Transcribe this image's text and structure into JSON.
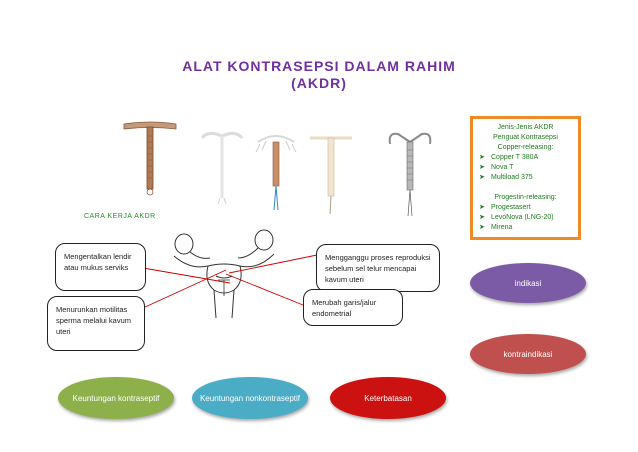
{
  "title": {
    "line1": "ALAT  KONTRASEPSI  DALAM  RAHIM",
    "line2": "(AKDR)"
  },
  "cara_kerja_label": "CARA KERJA  AKDR",
  "callouts": {
    "mengentalkan": "Mengentalkan lendir atau mukus serviks",
    "menurunkan": "Menurunkan motilitas sperma melalui kavum uteri",
    "mengganggu": "Mengganggu proses reproduksi sebelum sel telur mencapai kavum uteri",
    "merubah": "Merubah garis/jalur endometrial"
  },
  "jenis_box": {
    "heading1": "Jenis-Jenis AKDR",
    "heading2": "Penguat Kontrasepsi",
    "heading3": "Copper-releasing:",
    "copper": [
      "Copper T 380A",
      "Nova T",
      "Multiload 375"
    ],
    "heading4": "Progestin-releasing:",
    "progestin": [
      "Progestasert",
      "LevoNova (LNG-20)",
      "Mirena"
    ]
  },
  "buttons": {
    "indikasi": "indikasi",
    "kontraindikasi": "kontraindikasi",
    "keuntungan_kontraseptif": "Keuntungan kontraseptif",
    "keuntungan_nonkontraseptif": "Keuntungan nonkontraseptif",
    "keterbatasan": "Keterbatasan"
  },
  "colors": {
    "title": "#7030a0",
    "green_text": "#1f7a1f",
    "box_border": "#f08a24",
    "indikasi": "#7b5aa6",
    "kontraindikasi": "#c0504d",
    "keuntungan_kontraseptif": "#8db04a",
    "keuntungan_nonkontraseptif": "#4bacc6",
    "keterbatasan": "#cc1111",
    "connector": "#cc0000"
  }
}
